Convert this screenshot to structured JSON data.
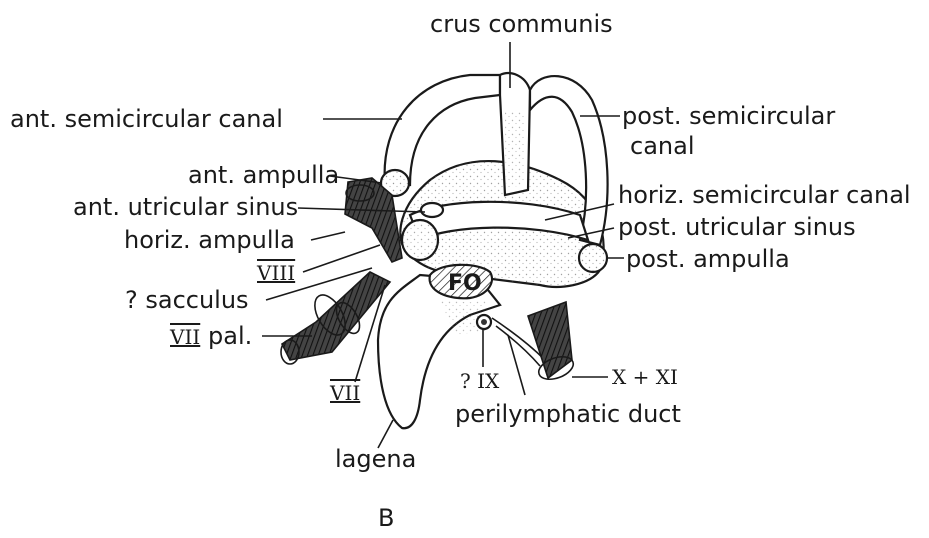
{
  "figure_letter": "B",
  "labels": {
    "crus_communis": "crus communis",
    "ant_semicircular_canal": "ant. semicircular canal",
    "post_semicircular_1": "post. semicircular",
    "post_semicircular_2": "canal",
    "ant_ampulla": "ant. ampulla",
    "ant_utricular_sinus": "ant. utricular sinus",
    "horiz_semicircular_canal": "horiz. semicircular canal",
    "post_utricular_sinus": "post. utricular sinus",
    "horiz_ampulla": "horiz. ampulla",
    "post_ampulla": "post. ampulla",
    "viii": "VIII",
    "sacculus": "? sacculus",
    "vii_pal": "VII",
    "vii_pal_suffix": "pal.",
    "vii": "VII",
    "fo": "FO",
    "q_ix": "? IX",
    "x_xi": "X + XI",
    "perilymphatic_duct": "perilymphatic duct",
    "lagena": "lagena"
  }
}
